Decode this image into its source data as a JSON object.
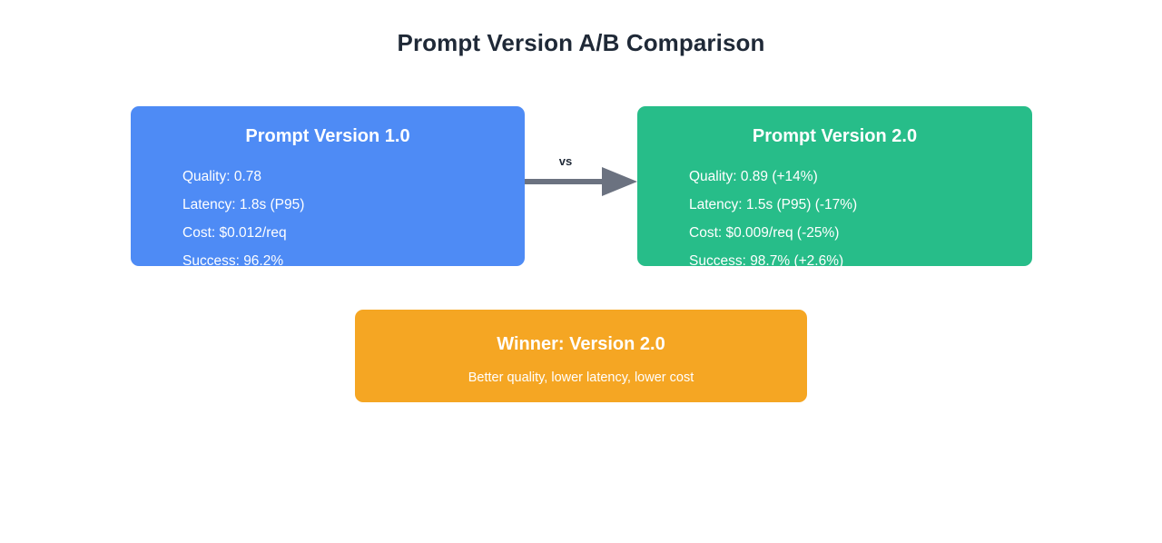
{
  "page": {
    "title": "Prompt Version A/B Comparison",
    "background_color": "#ffffff",
    "title_color": "#1f2937"
  },
  "comparison": {
    "connector": {
      "label": "vs",
      "color": "#6b7280",
      "direction": "left-to-right",
      "icon": "arrow-right-icon"
    },
    "variants": [
      {
        "id": "version-1",
        "title": "Prompt Version 1.0",
        "color": "#4e8bf5",
        "metrics": [
          "Quality: 0.78",
          "Latency: 1.8s (P95)",
          "Cost: $0.012/req",
          "Success: 96.2%"
        ]
      },
      {
        "id": "version-2",
        "title": "Prompt Version 2.0",
        "color": "#27bd89",
        "metrics": [
          "Quality: 0.89 (+14%)",
          "Latency: 1.5s (P95) (-17%)",
          "Cost: $0.009/req (-25%)",
          "Success: 98.7% (+2.6%)"
        ]
      }
    ]
  },
  "winner": {
    "title": "Winner: Version 2.0",
    "subtitle": "Better quality, lower latency, lower cost",
    "color": "#f5a623"
  },
  "chart_data": {
    "type": "table",
    "title": "Prompt Version A/B Comparison",
    "categories": [
      "Quality",
      "Latency (s, P95)",
      "Cost ($/req)",
      "Success (%)"
    ],
    "series": [
      {
        "name": "Prompt Version 1.0",
        "values": [
          0.78,
          1.8,
          0.012,
          96.2
        ],
        "color": "#4e8bf5"
      },
      {
        "name": "Prompt Version 2.0",
        "values": [
          0.89,
          1.5,
          0.009,
          98.7
        ],
        "color": "#27bd89",
        "deltas": [
          "+14%",
          "-17%",
          "-25%",
          "+2.6%"
        ]
      }
    ],
    "annotations": [
      "Winner: Version 2.0",
      "Better quality, lower latency, lower cost"
    ],
    "legend_position": "none",
    "grid": false
  }
}
